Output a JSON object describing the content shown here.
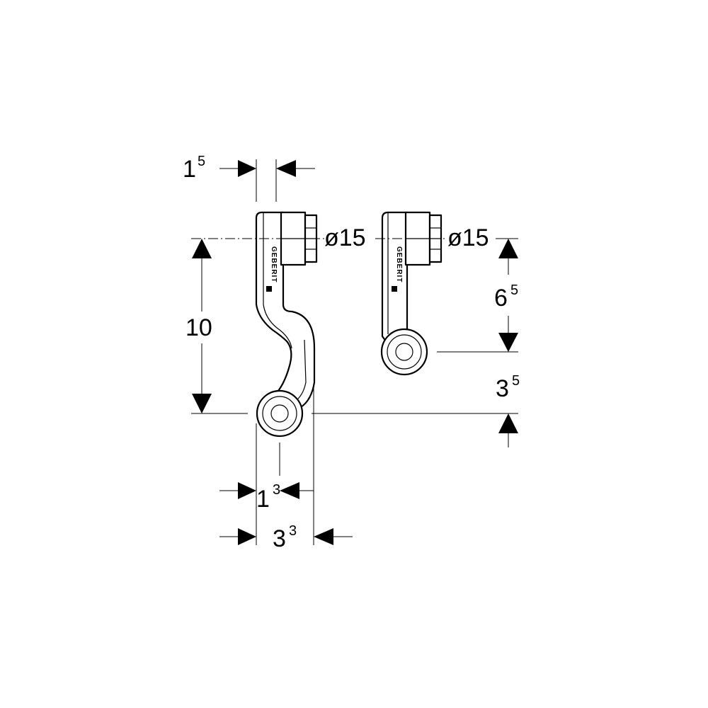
{
  "drawing": {
    "brand_text": "GEBERIT",
    "dimensions": {
      "top_offset": {
        "main": "1",
        "sup": "5"
      },
      "diameter_left": "ø15",
      "diameter_right": "ø15",
      "height_left": {
        "main": "10",
        "sup": ""
      },
      "height_right": {
        "main": "6",
        "sup": "5"
      },
      "offset_right": {
        "main": "3",
        "sup": "5"
      },
      "bottom_inner": {
        "main": "1",
        "sup": "3"
      },
      "bottom_outer": {
        "main": "3",
        "sup": "3"
      }
    }
  }
}
